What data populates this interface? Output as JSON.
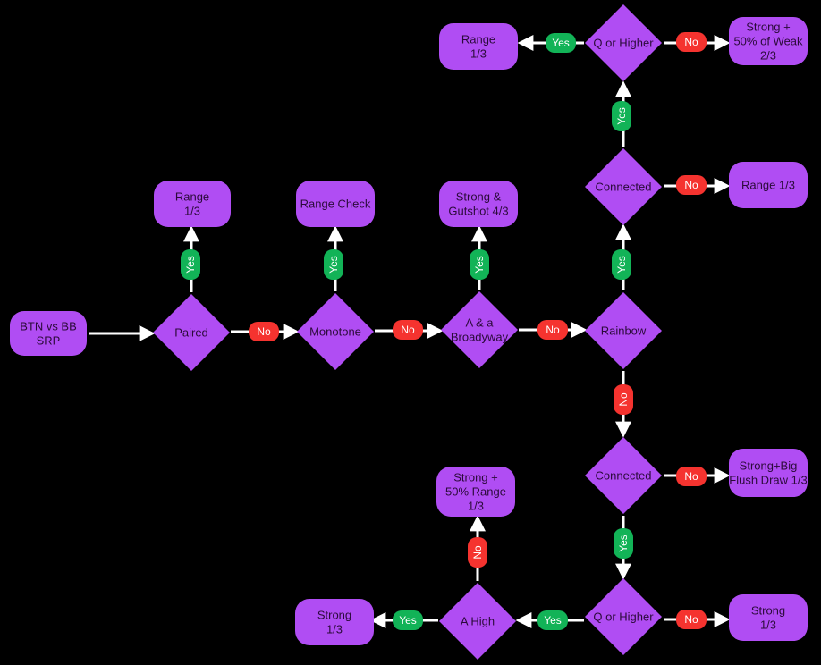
{
  "colors": {
    "background": "#000000",
    "node": "#b04df3",
    "node_text": "#2b0a3a",
    "edge": "#ffffff",
    "yes": "#12b357",
    "no": "#f5332f",
    "label_text": "#ffffff"
  },
  "nodes": {
    "start": [
      "BTN vs BB",
      "SRP"
    ],
    "paired": [
      "Paired"
    ],
    "monotone": [
      "Monotone"
    ],
    "ace_broadway": [
      "A & a",
      "Broadyway"
    ],
    "rainbow": [
      "Rainbow"
    ],
    "connected_top": [
      "Connected"
    ],
    "q_higher_top": [
      "Q or Higher"
    ],
    "connected_bottom": [
      "Connected"
    ],
    "q_higher_bottom": [
      "Q or Higher"
    ],
    "a_high": [
      "A High"
    ],
    "range_paired": [
      "Range",
      "1/3"
    ],
    "range_check": [
      "Range Check"
    ],
    "strong_gutshot": [
      "Strong &",
      "Gutshot 4/3"
    ],
    "range_top": [
      "Range",
      "1/3"
    ],
    "strong_weak": [
      "Strong +",
      "50% of Weak",
      "2/3"
    ],
    "range_connected_no": [
      "Range 1/3"
    ],
    "strong_flush": [
      "Strong+Big",
      "Flush Draw 1/3"
    ],
    "strong_bottom_right": [
      "Strong",
      "1/3"
    ],
    "strong_range": [
      "Strong +",
      "50% Range",
      "1/3"
    ],
    "strong_bottom_left": [
      "Strong",
      "1/3"
    ]
  },
  "labels": {
    "yes": "Yes",
    "no": "No"
  }
}
